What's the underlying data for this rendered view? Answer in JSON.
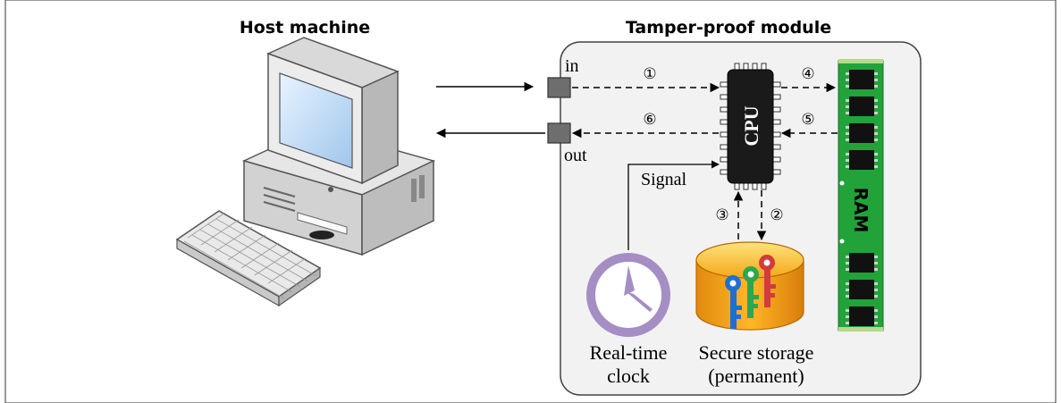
{
  "host": {
    "title": "Host machine"
  },
  "module": {
    "title": "Tamper-proof module",
    "port_in": "in",
    "port_out": "out",
    "cpu_label": "CPU",
    "ram_label": "RAM",
    "signal_label": "Signal",
    "clock_label_line1": "Real-time",
    "clock_label_line2": "clock",
    "storage_label_line1": "Secure storage",
    "storage_label_line2": "(permanent)"
  },
  "steps": [
    "①",
    "②",
    "③",
    "④",
    "⑤",
    "⑥"
  ],
  "colors": {
    "module_bg": "#f2f2f2",
    "cpu": "#1a1a1a",
    "ram_board": "#22a33a",
    "clock": "#a58ec4",
    "storage_gold": "#f0a020",
    "key_blue": "#1f6fd1",
    "key_green": "#2aa84a",
    "key_red": "#d23c3c",
    "port": "#6e6e6e"
  }
}
